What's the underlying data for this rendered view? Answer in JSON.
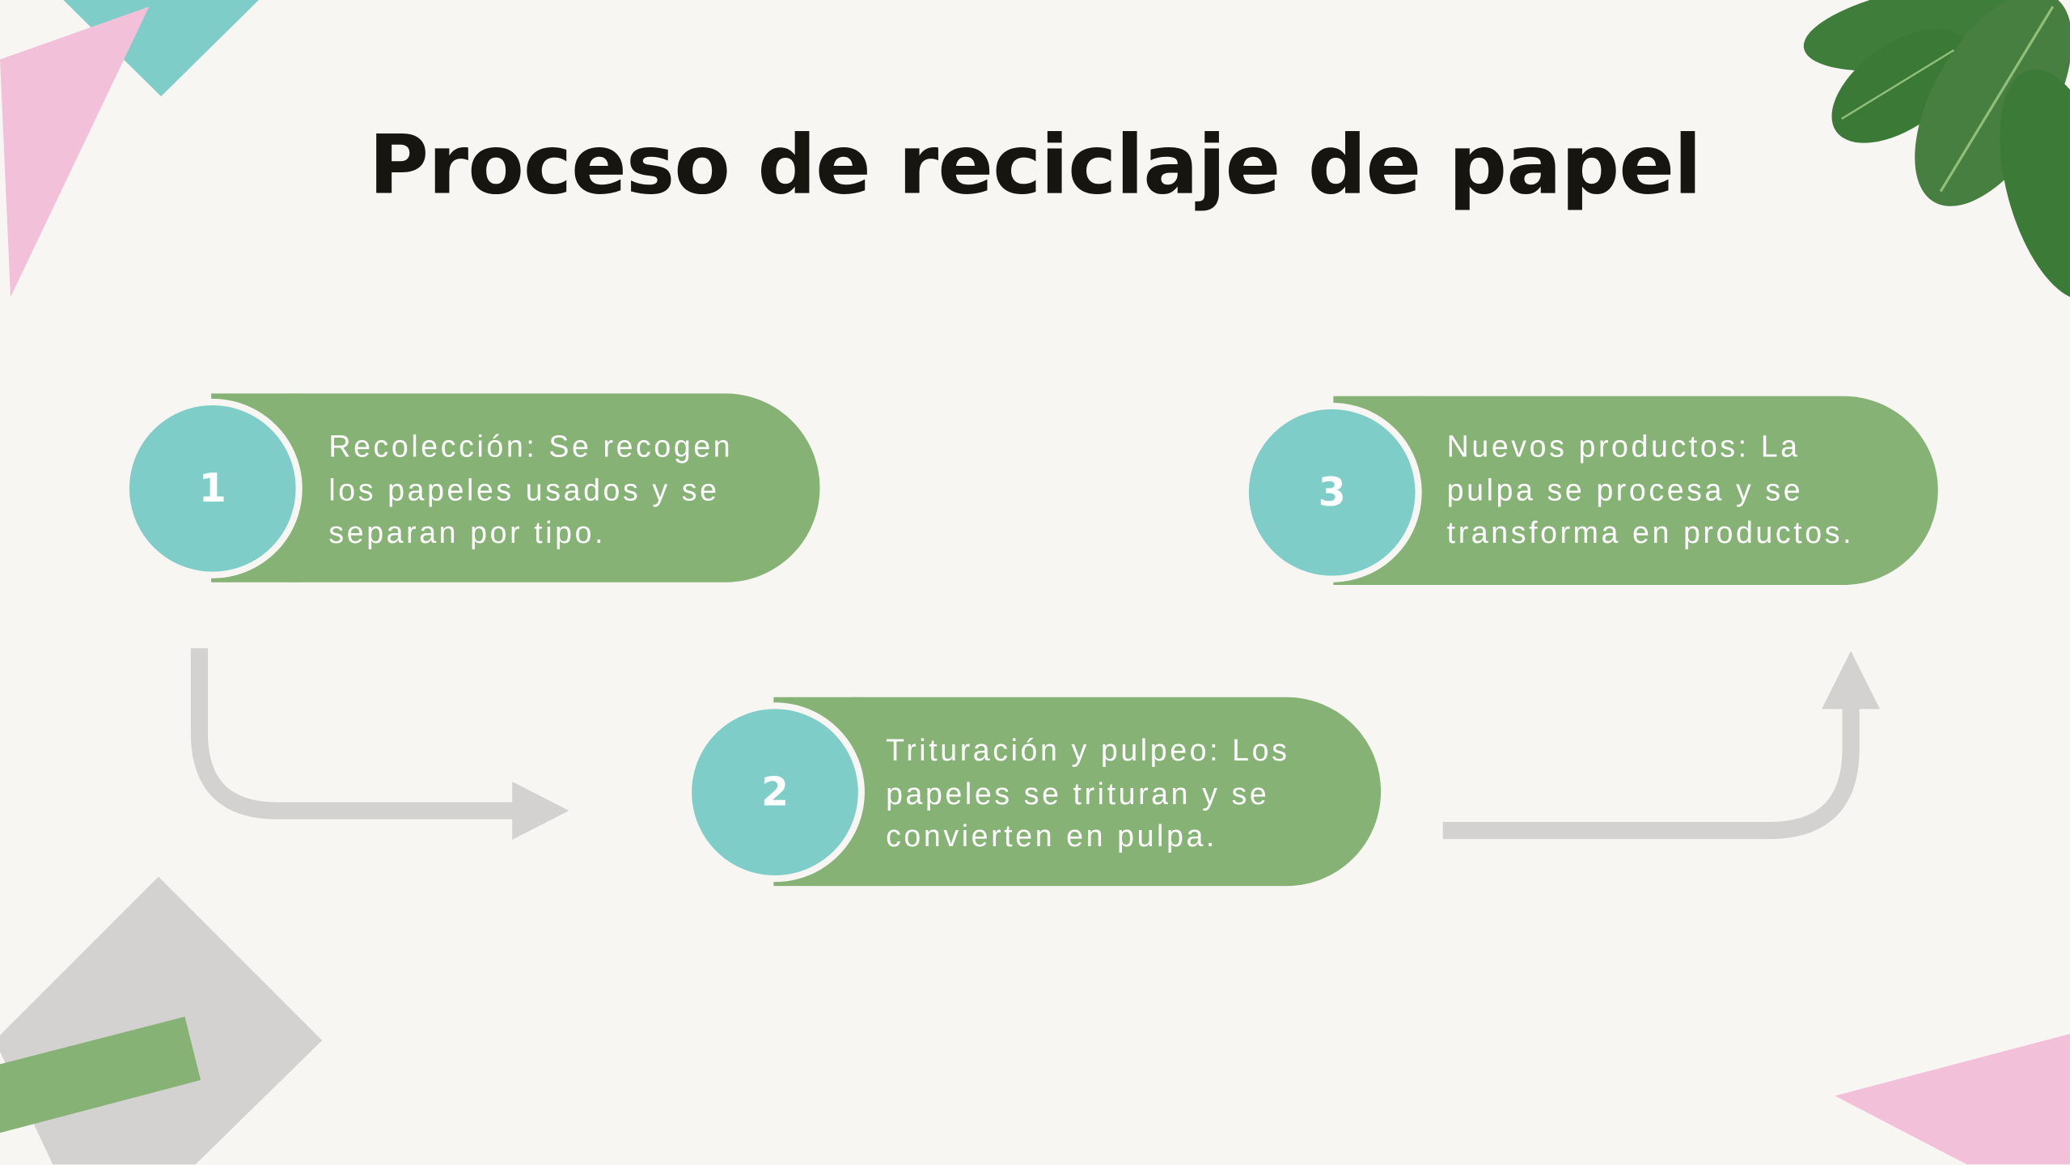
{
  "title": "Proceso de reciclaje de papel",
  "steps": [
    {
      "number": "1",
      "text": "Recolección: Se recogen\nlos papeles usados y se\nseparan por tipo."
    },
    {
      "number": "2",
      "text": "Trituración y pulpeo: Los\npapeles se trituran y se\nconvierten en pulpa."
    },
    {
      "number": "3",
      "text": "Nuevos productos: La\npulpa se procesa y se\ntransforma en productos."
    }
  ],
  "colors": {
    "pill": "#86b275",
    "circle": "#7ecdc8",
    "arrow": "#d3d2d0",
    "pink": "#f2c0d8",
    "teal": "#7ecdc8"
  }
}
